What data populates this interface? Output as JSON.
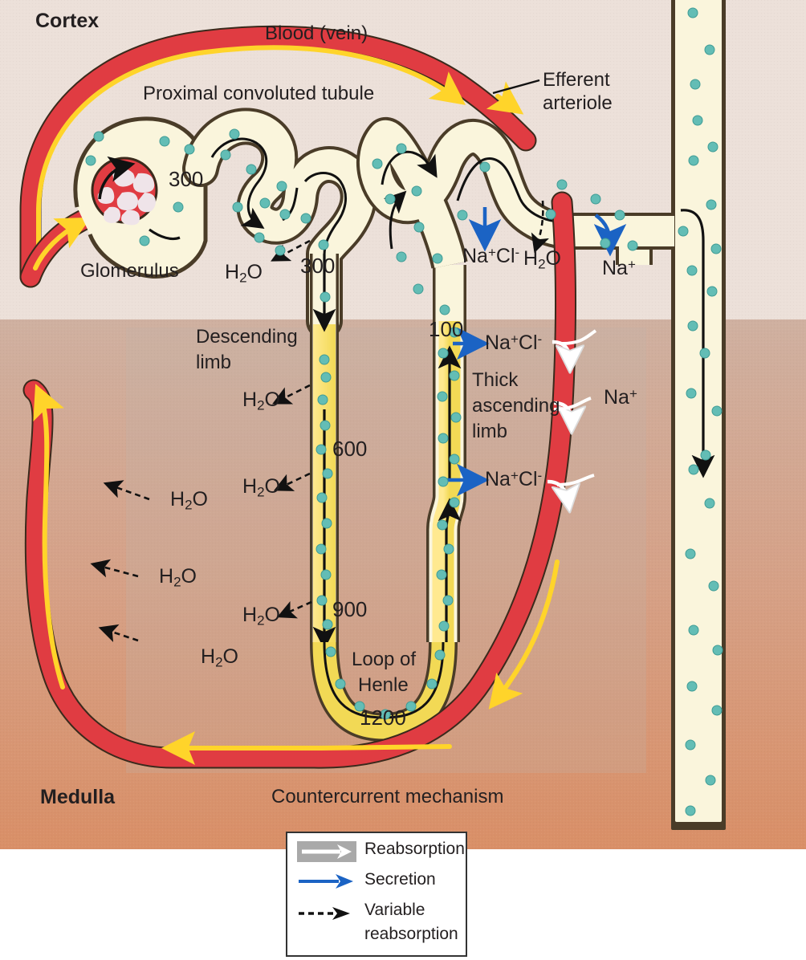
{
  "figure": {
    "title": "Countercurrent multiplier mechanism of the nephron loop",
    "type": "anatomical-diagram"
  },
  "regions": {
    "cortex_label": "Cortex",
    "medulla_label": "Medulla",
    "box_caption": "Countercurrent mechanism"
  },
  "structures": {
    "blood_vein": "Blood (vein)",
    "proximal_tubule": "Proximal convoluted tubule",
    "efferent_arteriole": "Efferent\narteriole",
    "efferent_arteriole_line1": "Efferent",
    "efferent_arteriole_line2": "arteriole",
    "glomerulus": "Glomerulus",
    "descending_limb_line1": "Descending",
    "descending_limb_line2": "limb",
    "thick_ascending_line1": "Thick",
    "thick_ascending_line2": "ascending",
    "thick_ascending_line3": "limb",
    "loop_of_henle_line1": "Loop of",
    "loop_of_henle_line2": "Henle"
  },
  "osmolarity_values": {
    "proximal_start": "300",
    "proximal_end": "300",
    "descending_mid": "600",
    "descending_low": "900",
    "loop_bottom": "1200",
    "ascending_top": "100"
  },
  "solute_labels": {
    "water": "H2O",
    "nacl": "NaCl",
    "sodium": "Na",
    "water_html": "H<sub>2</sub>O",
    "nacl_html": "Na<sup>+</sup>Cl<sup>-</sup>",
    "sodium_html": "Na<sup>+</sup>"
  },
  "annotations": [
    {
      "id": "pct-h2o",
      "text": "H2O",
      "kind": "variable-reabsorption"
    },
    {
      "id": "dl-h2o-1",
      "text": "H2O",
      "kind": "variable-reabsorption"
    },
    {
      "id": "dl-h2o-2",
      "text": "H2O",
      "kind": "variable-reabsorption"
    },
    {
      "id": "dl-h2o-3",
      "text": "H2O",
      "kind": "variable-reabsorption"
    },
    {
      "id": "vr-h2o-1",
      "text": "H2O",
      "kind": "variable-reabsorption"
    },
    {
      "id": "vr-h2o-2",
      "text": "H2O",
      "kind": "variable-reabsorption"
    },
    {
      "id": "vr-h2o-3",
      "text": "H2O",
      "kind": "variable-reabsorption"
    },
    {
      "id": "dct-nacl",
      "text": "Na+Cl-",
      "kind": "secretion"
    },
    {
      "id": "dct-h2o",
      "text": "H2O",
      "kind": "variable-reabsorption"
    },
    {
      "id": "dct-na",
      "text": "Na+",
      "kind": "secretion"
    },
    {
      "id": "tal-nacl-1",
      "text": "Na+Cl-",
      "kind": "secretion"
    },
    {
      "id": "tal-nacl-2",
      "text": "Na+Cl-",
      "kind": "secretion"
    },
    {
      "id": "vr-nacl-1",
      "text": "Na+Cl-",
      "kind": "reabsorption"
    },
    {
      "id": "vr-na",
      "text": "Na+",
      "kind": "reabsorption"
    },
    {
      "id": "vr-nacl-2",
      "text": "Na+Cl-",
      "kind": "reabsorption"
    }
  ],
  "legend": {
    "items": [
      {
        "label": "Reabsorption",
        "style": "gray-block-white-arrow"
      },
      {
        "label": "Secretion",
        "style": "blue-solid-arrow"
      },
      {
        "label": "Variable",
        "label2": "reabsorption",
        "style": "black-dashed-arrow"
      }
    ]
  },
  "colors": {
    "cortex_bg": "#ecded7",
    "medulla_top": "#c8a899",
    "medulla_bottom": "#d98f67",
    "countercurrent_box": "#b9a195",
    "blood_red": "#e03c42",
    "blood_yellow": "#ffd42a",
    "tubule_fill": "#faf5dc",
    "loop_fill": "#f5e06e",
    "dot_teal": "#63bdb5",
    "outline_brown": "#4a3c28",
    "secretion_blue": "#1b63c4",
    "reabsorption_white": "#ffffff",
    "text_dark": "#231f20"
  }
}
